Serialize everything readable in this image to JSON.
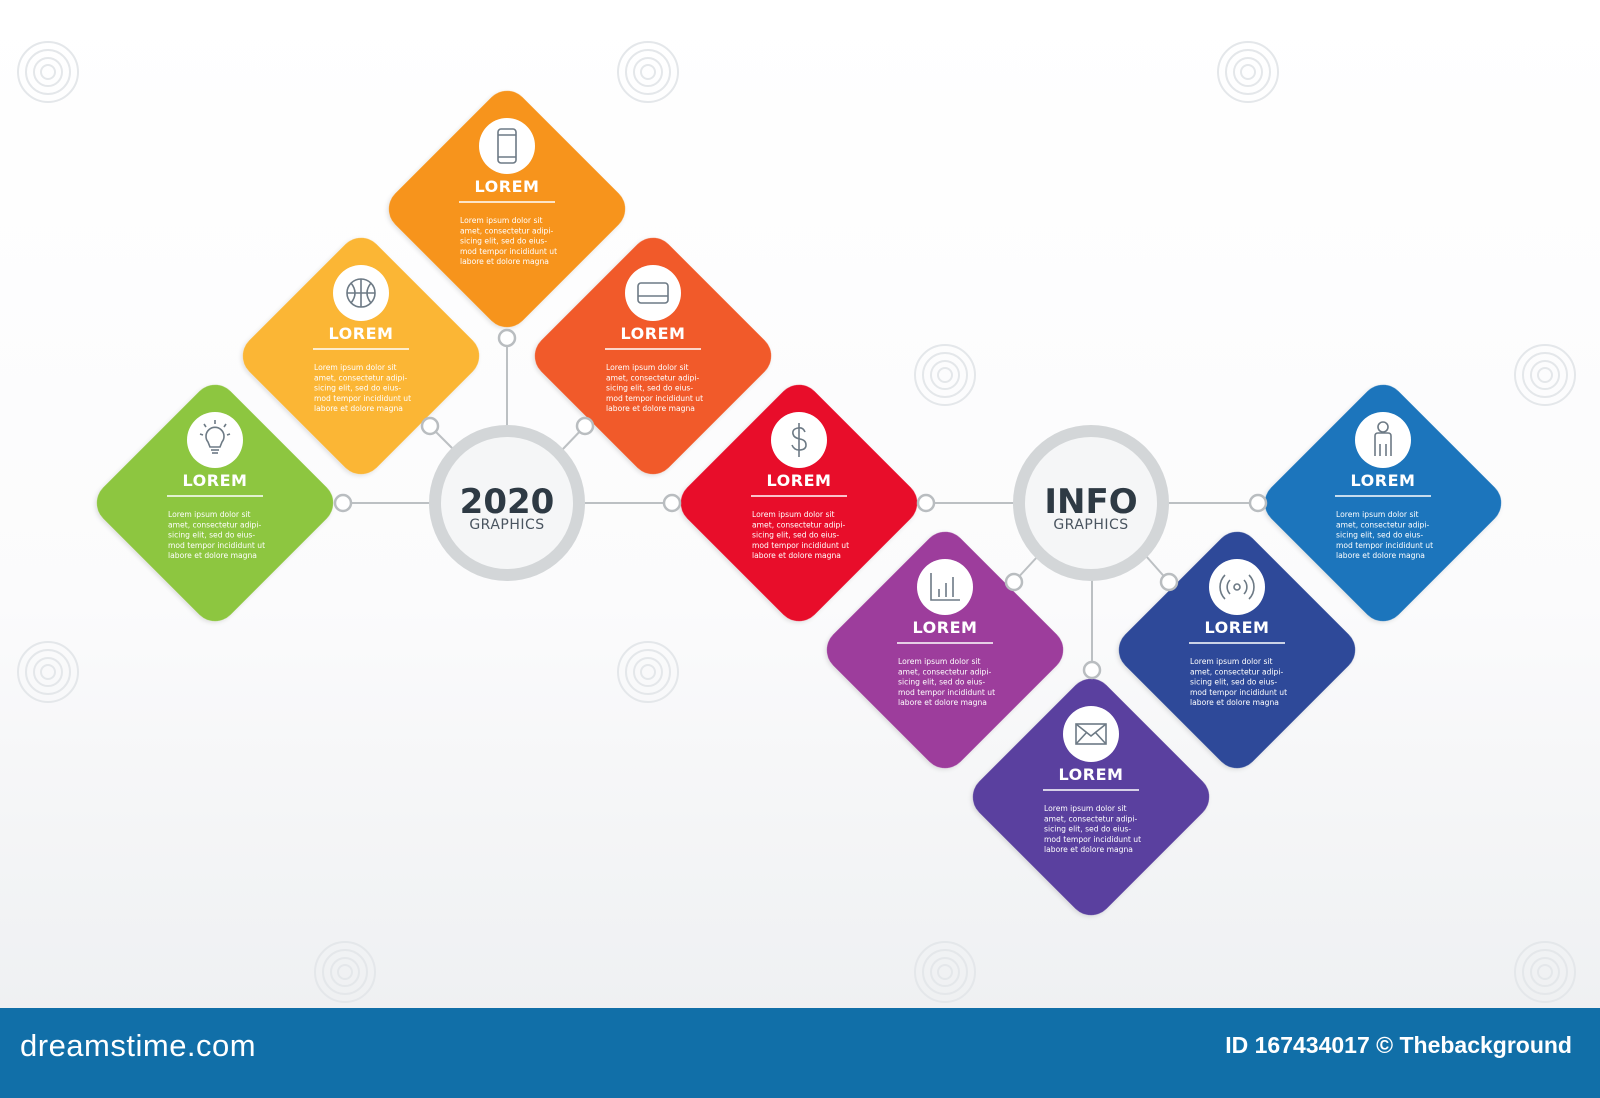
{
  "hubs": {
    "left": {
      "title": "2020",
      "subtitle": "GRAPHICS"
    },
    "right": {
      "title": "INFO",
      "subtitle": "GRAPHICS"
    }
  },
  "cards": [
    {
      "id": "green",
      "color": "#8dc63f",
      "icon": "lightbulb-icon",
      "title": "LOREM",
      "body": [
        "Lorem ipsum dolor sit",
        "amet, consectetur adipi-",
        "sicing elit, sed do eius-",
        "mod tempor incididunt ut",
        "labore et dolore magna"
      ]
    },
    {
      "id": "yellow",
      "color": "#fbb634",
      "icon": "basketball-icon",
      "title": "LOREM",
      "body": [
        "Lorem ipsum dolor sit",
        "amet, consectetur adipi-",
        "sicing elit, sed do eius-",
        "mod tempor incididunt ut",
        "labore et dolore magna"
      ]
    },
    {
      "id": "orange",
      "color": "#f7941d",
      "icon": "smartphone-icon",
      "title": "LOREM",
      "body": [
        "Lorem ipsum dolor sit",
        "amet, consectetur adipi-",
        "sicing elit, sed do eius-",
        "mod tempor incididunt ut",
        "labore et dolore magna"
      ]
    },
    {
      "id": "red-orange",
      "color": "#f15a29",
      "icon": "credit-card-icon",
      "title": "LOREM",
      "body": [
        "Lorem ipsum dolor sit",
        "amet, consectetur adipi-",
        "sicing elit, sed do eius-",
        "mod tempor incididunt ut",
        "labore et dolore magna"
      ]
    },
    {
      "id": "red",
      "color": "#e8102b",
      "icon": "dollar-icon",
      "title": "LOREM",
      "body": [
        "Lorem ipsum dolor sit",
        "amet, consectetur adipi-",
        "sicing elit, sed do eius-",
        "mod tempor incididunt ut",
        "labore et dolore magna"
      ]
    },
    {
      "id": "purple",
      "color": "#9d3c9c",
      "icon": "bar-chart-icon",
      "title": "LOREM",
      "body": [
        "Lorem ipsum dolor sit",
        "amet, consectetur adipi-",
        "sicing elit, sed do eius-",
        "mod tempor incididunt ut",
        "labore et dolore magna"
      ]
    },
    {
      "id": "violet",
      "color": "#5a3f9f",
      "icon": "envelope-icon",
      "title": "LOREM",
      "body": [
        "Lorem ipsum dolor sit",
        "amet, consectetur adipi-",
        "sicing elit, sed do eius-",
        "mod tempor incididunt ut",
        "labore et dolore magna"
      ]
    },
    {
      "id": "indigo",
      "color": "#2e4a99",
      "icon": "wireless-icon",
      "title": "LOREM",
      "body": [
        "Lorem ipsum dolor sit",
        "amet, consectetur adipi-",
        "sicing elit, sed do eius-",
        "mod tempor incididunt ut",
        "labore et dolore magna"
      ]
    },
    {
      "id": "blue",
      "color": "#1b75bc",
      "icon": "person-icon",
      "title": "LOREM",
      "body": [
        "Lorem ipsum dolor sit",
        "amet, consectetur adipi-",
        "sicing elit, sed do eius-",
        "mod tempor incididunt ut",
        "labore et dolore magna"
      ]
    }
  ],
  "footer": {
    "brand": "dreamstime.com",
    "credit": "ID 167434017 © Thebackground"
  },
  "colors": {
    "connector": "#bcc0c3",
    "footer_bg": "#116fa8"
  }
}
